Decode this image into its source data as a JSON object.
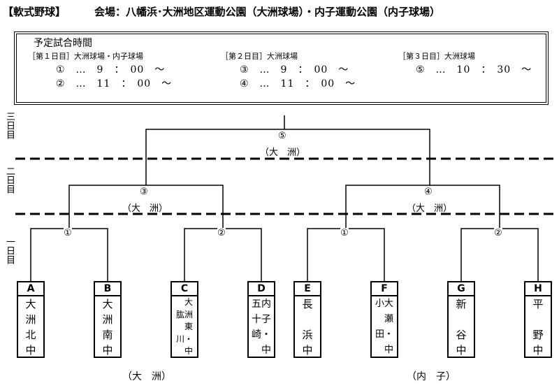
{
  "header": {
    "title": "【軟式野球】",
    "venue": "会場：八幡浜･大洲地区運動公園（大洲球場）・内子運動公園（内子球場）"
  },
  "schedule": {
    "title": "予定試合時間",
    "days": [
      {
        "label": "［第１日目］大洲球場・内子球場",
        "times": [
          "①　…　9　：　00　〜",
          "②　…　11　：　00　〜"
        ]
      },
      {
        "label": "［第２日目］大洲球場",
        "times": [
          "③　…　9　：　00　〜",
          "④　…　11　：　00　〜"
        ]
      },
      {
        "label": "［第３日目］大洲球場",
        "times": [
          "⑤　…　10　：　30　〜"
        ]
      }
    ]
  },
  "day_labels": [
    "三日目",
    "二日目",
    "一日目"
  ],
  "rounds": {
    "r1": [
      "①",
      "②",
      "①",
      "②"
    ],
    "r2": [
      "③",
      "④"
    ],
    "final": "⑤",
    "venue_ozu": "（大　洲）"
  },
  "teams": [
    {
      "letter": "A",
      "name": "大\n洲\n北\n中"
    },
    {
      "letter": "B",
      "name": "大\n洲\n南\n中"
    },
    {
      "letter": "C",
      "name": "　大\n肱洲\n　東\n川・\n　中"
    },
    {
      "letter": "D",
      "name": "五内\n十子\n崎・\n　中"
    },
    {
      "letter": "E",
      "name": "長\n\n浜\n中"
    },
    {
      "letter": "F",
      "name": "小大\n　瀬\n田・\n　中"
    },
    {
      "letter": "G",
      "name": "新\n\n谷\n中"
    },
    {
      "letter": "H",
      "name": "平\n\n野\n中"
    }
  ],
  "bottom_venues": [
    "（大　洲）",
    "（内　子）"
  ]
}
